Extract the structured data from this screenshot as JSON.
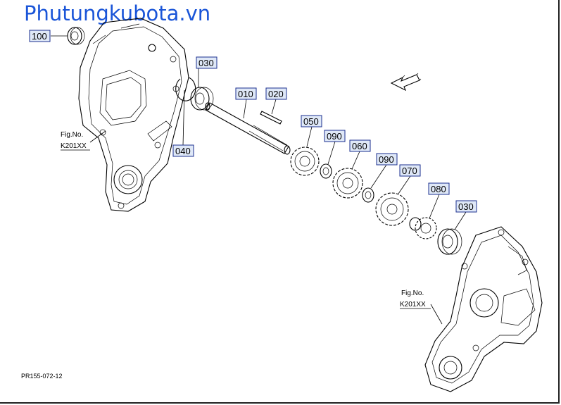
{
  "watermark": "Phutungkubota.vn",
  "diagram_code": "PR155-072-12",
  "callouts": {
    "c100": "100",
    "c030a": "030",
    "c010": "010",
    "c020": "020",
    "c040": "040",
    "c050": "050",
    "c090a": "090",
    "c060": "060",
    "c090b": "090",
    "c070": "070",
    "c080": "080",
    "c030b": "030"
  },
  "fig_refs": {
    "left_label": "Fig.No.",
    "left_code": "K201XX",
    "right_label": "Fig.No.",
    "right_code": "K201XX"
  }
}
